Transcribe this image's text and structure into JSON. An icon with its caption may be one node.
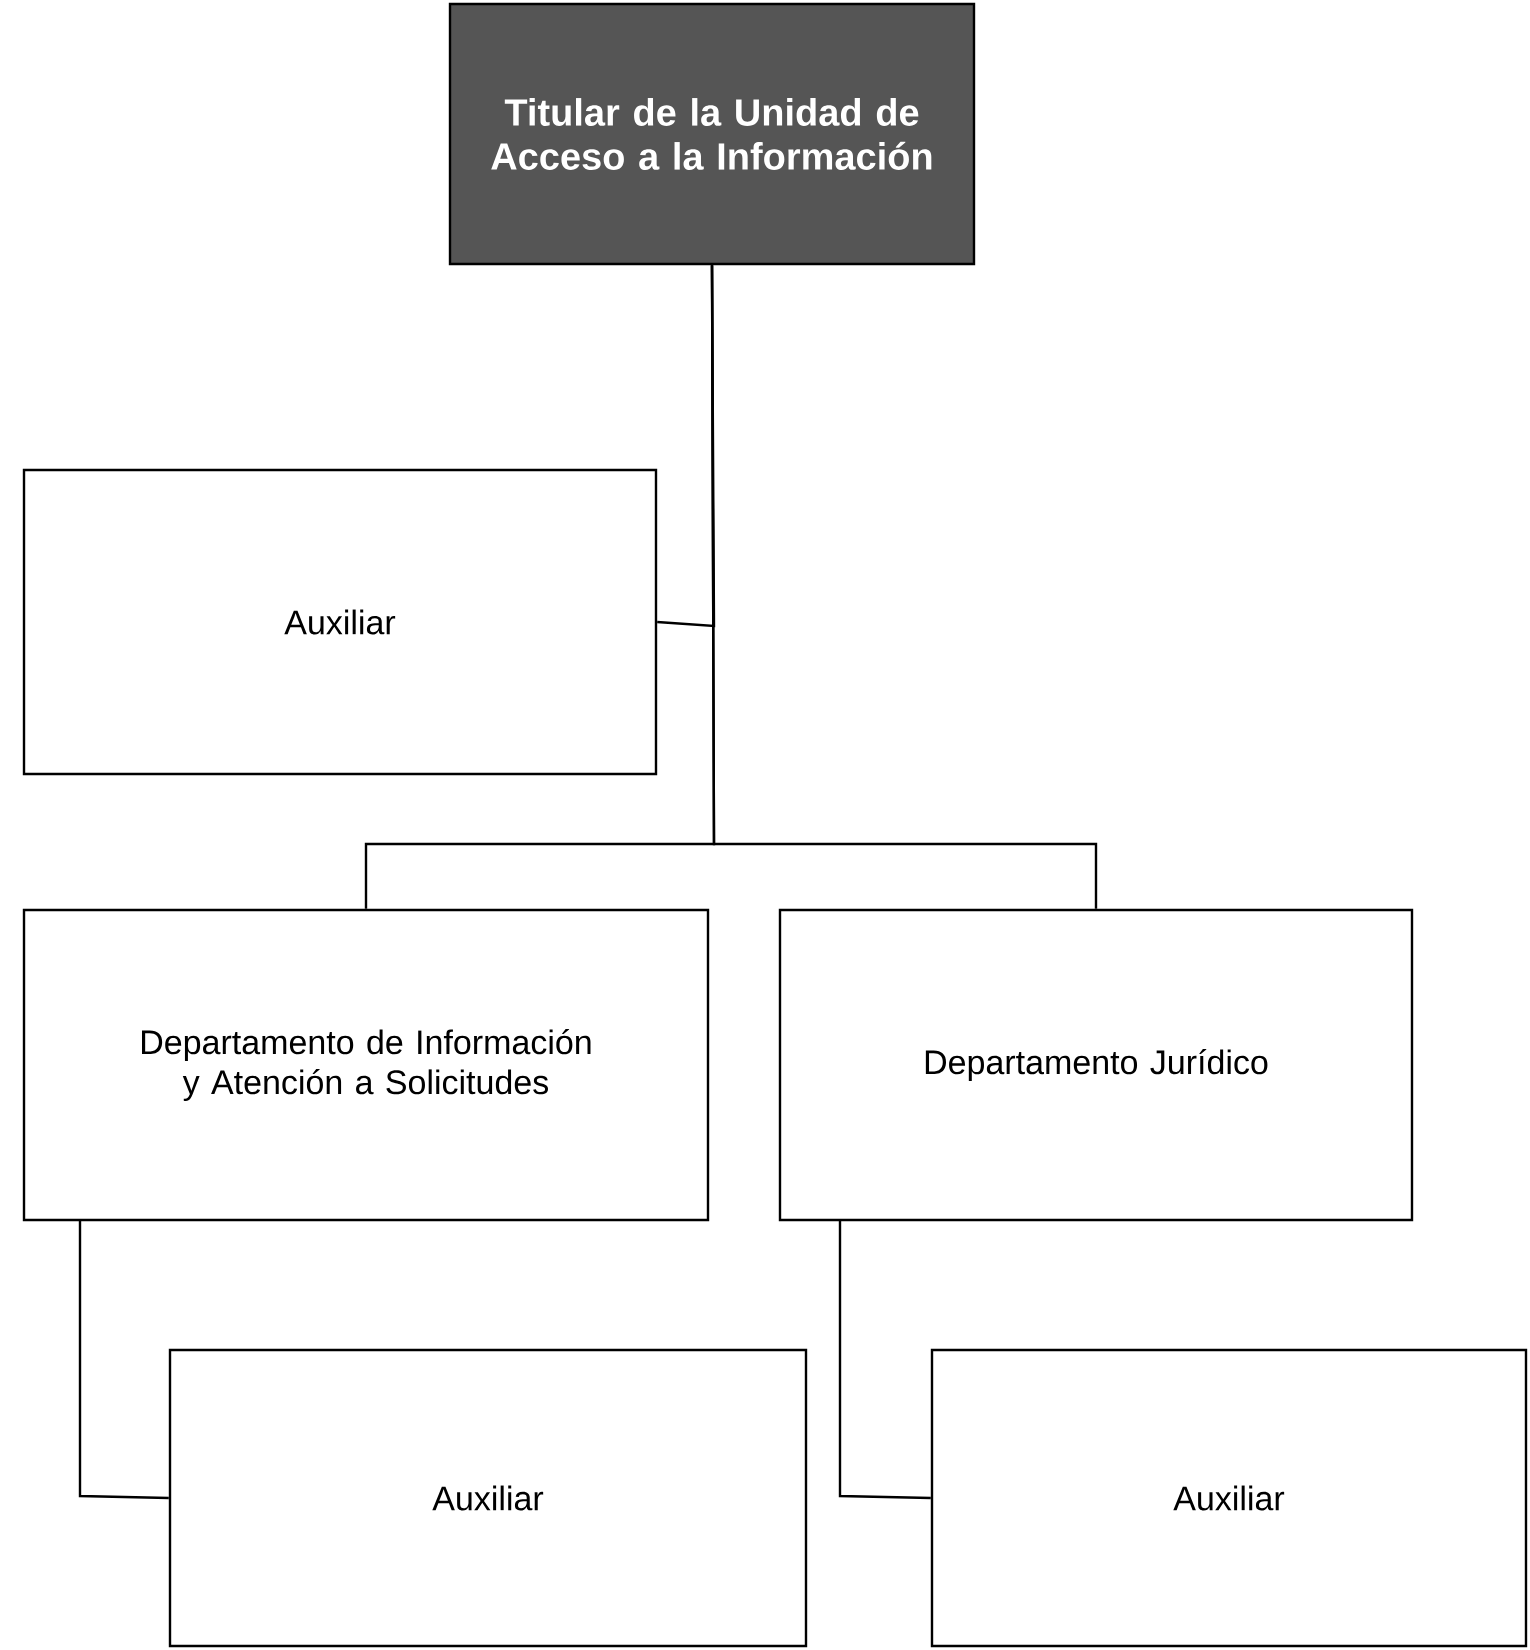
{
  "diagram": {
    "nodes": [
      {
        "text": [
          "Titular de la Unidad de Acceso a la Información"
        ]
      },
      {
        "text": [
          "Auxiliar"
        ]
      },
      {
        "text": [
          "Departamento de Información y Atención a Solicitudes"
        ]
      },
      {
        "text": [
          "Departamento Jurídico"
        ]
      },
      {
        "text": [
          "Auxiliar"
        ]
      },
      {
        "text": [
          "Auxiliar"
        ]
      }
    ],
    "edges": [
      {
        "from": 0,
        "to": 1,
        "arrow": "none"
      },
      {
        "from": 0,
        "to": 2,
        "arrow": "none"
      },
      {
        "from": 0,
        "to": 3,
        "arrow": "none"
      },
      {
        "from": 2,
        "to": 4,
        "arrow": "none"
      },
      {
        "from": 3,
        "to": 5,
        "arrow": "none"
      }
    ]
  }
}
